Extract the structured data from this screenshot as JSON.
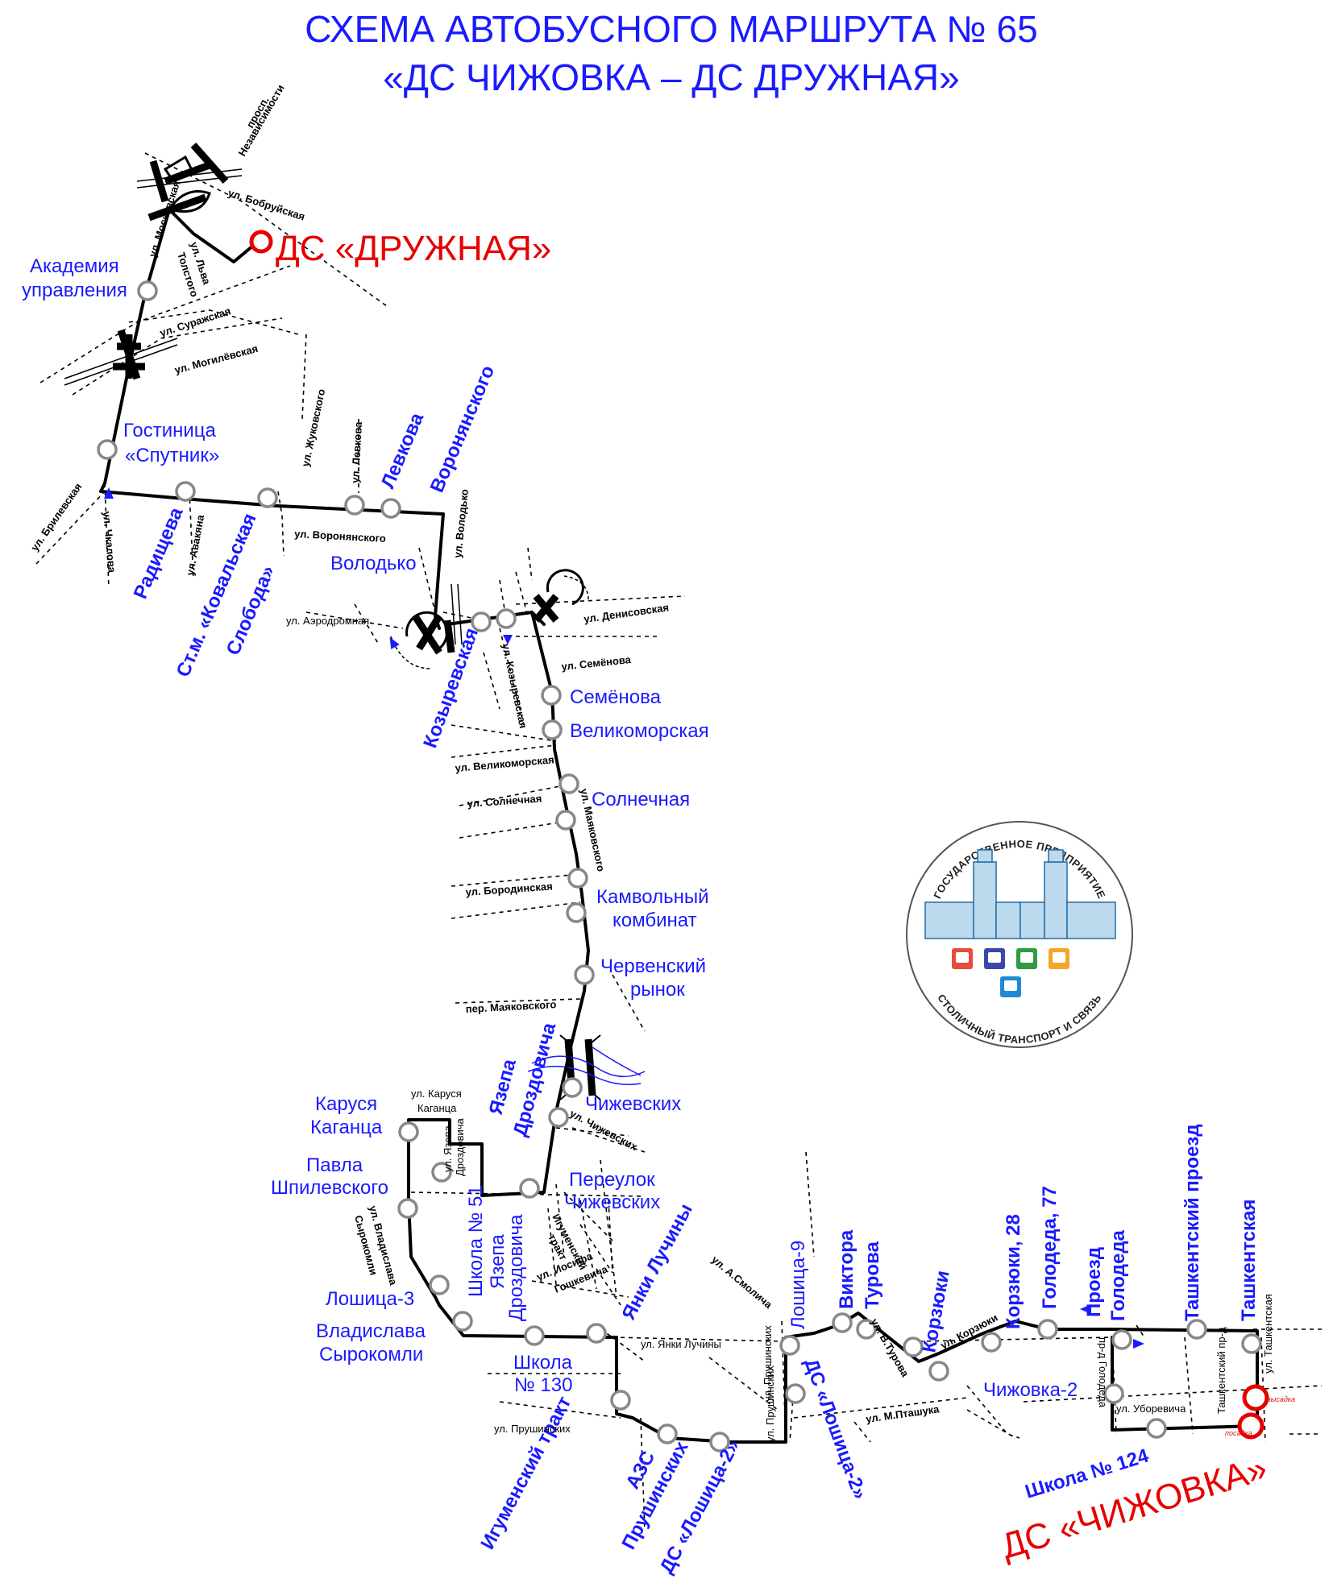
{
  "title": {
    "line1": "СХЕМА АВТОБУСНОГО МАРШРУТА № 65",
    "line2": "«ДС ЧИЖОВКА – ДС ДРУЖНАЯ»"
  },
  "terminals": {
    "druzhnaya": "ДС «ДРУЖНАЯ»",
    "chizhovka": "ДС «ЧИЖОВКА»",
    "vysadka": "высадка",
    "posadka": "посадка"
  },
  "stops": {
    "akademiya_1": "Академия",
    "akademiya_2": "управления",
    "sputnik_1": "Гостиница",
    "sputnik_2": "«Спутник»",
    "radishcheva": "Радищева",
    "kovalskaya_1": "Ст.м. «Ковальская",
    "kovalskaya_2": "Слобода»",
    "levkova": "Левкова",
    "voronyanskogo": "Воронянского",
    "volodko": "Володько",
    "kozyrevskaya": "Козыревская",
    "semenova": "Семёнова",
    "velikomorskaya": "Великоморская",
    "solnechnaya": "Солнечная",
    "kamvolny_1": "Камвольный",
    "kamvolny_2": "комбинат",
    "chervensky_1": "Червенский",
    "chervensky_2": "рынок",
    "yazepa_1": "Язепа",
    "yazepa_2": "Дроздовича",
    "chizhevskikh": "Чижевских",
    "karusya_1": "Каруся",
    "karusya_2": "Каганца",
    "pavla_1": "Павла",
    "pavla_2": "Шпилевского",
    "pereulok_1": "Переулок",
    "pereulok_2": "Чижевских",
    "school51": "Школа № 51",
    "yazepa_s_1": "Язепа",
    "yazepa_s_2": "Дроздовича",
    "loshitsa3": "Лошица-3",
    "vladislava_1": "Владислава",
    "vladislava_2": "Сырокомли",
    "school130_1": "Школа",
    "school130_2": "№ 130",
    "yanki": "Янки Лучины",
    "igumensky": "Игуменский тракт",
    "azs": "АЗС",
    "prushinskikh": "Прушинских",
    "ds_loshitsa2_a": "ДС «Лошица-2»",
    "loshitsa9": "Лошица-9",
    "ds_loshitsa2_b": "ДС «Лошица-2»",
    "viktora_1": "Виктора",
    "viktora_2": "Турова",
    "korzyuki": "Корзюки",
    "korzyuki28": "Корзюки, 28",
    "golodeda77": "Голодеда, 77",
    "proezd_1": "Проезд",
    "proezd_2": "Голодеда",
    "chizhovka2": "Чижовка-2",
    "tashkent_proezd": "Ташкентский проезд",
    "tashkentskaya": "Ташкентская",
    "school124": "Школа № 124"
  },
  "streets": {
    "nezav_1": "просп.",
    "nezav_2": "Независимости",
    "bobruyskaya": "ул. Бобруйская",
    "moskovskaya": "ул. Московская",
    "lva_1": "ул. Льва",
    "lva_2": "Толстого",
    "surazhskaya": "ул. Суражская",
    "mogilevskaya": "ул. Могилёвская",
    "zhukovskogo": "ул. Жуковского",
    "levkova": "ул. Левкова",
    "voronyanskogo": "ул. Воронянского",
    "volodko": "ул. Володько",
    "brilevskaya": "ул. Брилевская",
    "chkalova": "ул. Чкалова",
    "avakyana": "ул. Авакяна",
    "aerodromnaya": "ул. Аэродромная",
    "denisovskaya": "ул. Денисовская",
    "semenova": "ул. Семёнова",
    "kozyrevskaya": "ул. Козыревская",
    "velikomorskaya": "ул. Великоморская",
    "solnechnaya": "ул. Солнечная",
    "mayakovskogo": "ул. Маяковского",
    "borodinskaya": "ул. Бородинская",
    "per_mayakovskogo": "пер. Маяковского",
    "chizhevskikh": "ул. Чижевских",
    "karusya_1": "ул. Каруся",
    "karusya_2": "Каганца",
    "yazepa_1": "ул. Язепа",
    "yazepa_2": "Дроздовича",
    "vladislava_1": "ул. Владислава",
    "vladislava_2": "Сырокомли",
    "igumensky_1": "Игуменский",
    "igumensky_2": "тракт",
    "iosifa_1": "ул. Иосифа",
    "iosifa_2": "Гошкевича",
    "smolicha": "ул. А.Смолича",
    "yanki": "ул. Янки Лучины",
    "prushinskikh_h": "ул. Прушинских",
    "prushinskikh_v1": "ул. Прушинских",
    "prushinskikh_v2": "ул. Прушинских",
    "v_turova": "ул. В.Турова",
    "m_ptashuka": "ул. М.Пташука",
    "korzyuki": "ул. Корзюки",
    "golodeda_pr": "пр-д Голодеда",
    "uborevicha": "ул. Уборевича",
    "tashkent_prd": "Ташкентский пр-д",
    "tashkentskaya": "ул. Ташкентская"
  },
  "logo": {
    "top": "ГОСУДАРСТВЕННОЕ ПРЕДПРИЯТИЕ",
    "bottom": "СТОЛИЧНЫЙ ТРАНСПОРТ И СВЯЗЬ",
    "icon_colors": [
      "#e74c3c",
      "#3949ab",
      "#2e9b45",
      "#f4a52b",
      "#1e8ad6"
    ]
  },
  "colors": {
    "title": "#1a1aff",
    "terminal": "#e60000",
    "route": "#000000",
    "stop_ring": "#888888"
  }
}
